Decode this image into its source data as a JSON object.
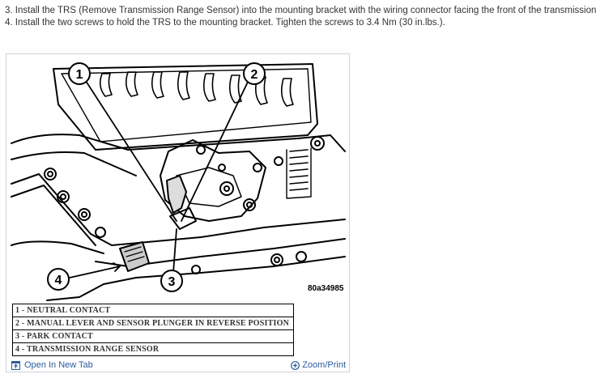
{
  "instructions": {
    "step3": "3. Install the TRS (Remove Transmission Range Sensor) into the mounting bracket with the wiring connector facing the front of the transmission",
    "step4": "4. Install the two screws to hold the TRS to the mounting bracket. Tighten the screws to 3.4 Nm (30 in.lbs.)."
  },
  "figure": {
    "callouts": [
      "1",
      "2",
      "3",
      "4"
    ],
    "figure_id": "80a34985",
    "legend": [
      "1 - NEUTRAL CONTACT",
      "2 - MANUAL LEVER AND SENSOR PLUNGER IN REVERSE POSITION",
      "3 - PARK CONTACT",
      "4 - TRANSMISSION RANGE SENSOR"
    ]
  },
  "actions": {
    "open_new_tab": "Open In New Tab",
    "zoom_print": "Zoom/Print"
  },
  "colors": {
    "link": "#2b5c9e",
    "frame_border": "#cdd3da"
  },
  "icons": [
    "open-new-tab-icon",
    "zoom-plus-icon"
  ]
}
